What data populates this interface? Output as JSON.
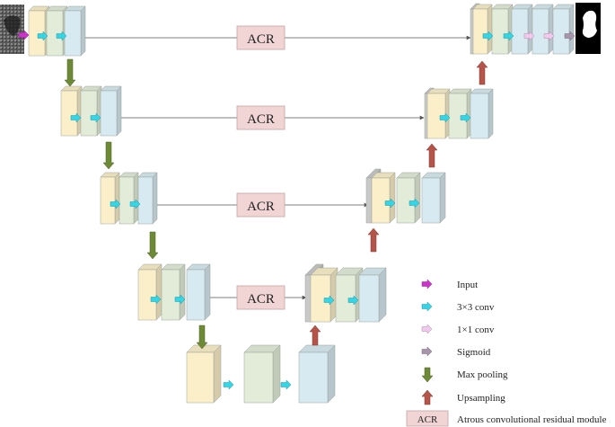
{
  "acr_label": "ACR",
  "legend": {
    "input": "Input",
    "conv3": "3×3 conv",
    "conv1": "1×1 conv",
    "sigmoid": "Sigmoid",
    "maxpool": "Max pooling",
    "upsample": "Upsampling",
    "acr_box": "ACR",
    "acr_desc": "Atrous convolutional residual module"
  },
  "colors": {
    "yellow_block": "#fbefc9",
    "green_block": "#e3ecd9",
    "blue_block": "#d7e9f1",
    "gray_block": "#c9c9c9",
    "acr_fill": "#f1d5d5",
    "arrow_input": "#cc33cc",
    "arrow_conv3": "#33d6e6",
    "arrow_conv1": "#f3c8ef",
    "arrow_sigmoid": "#a894ad",
    "arrow_pool": "#6e8a36",
    "arrow_up": "#b5554a"
  }
}
